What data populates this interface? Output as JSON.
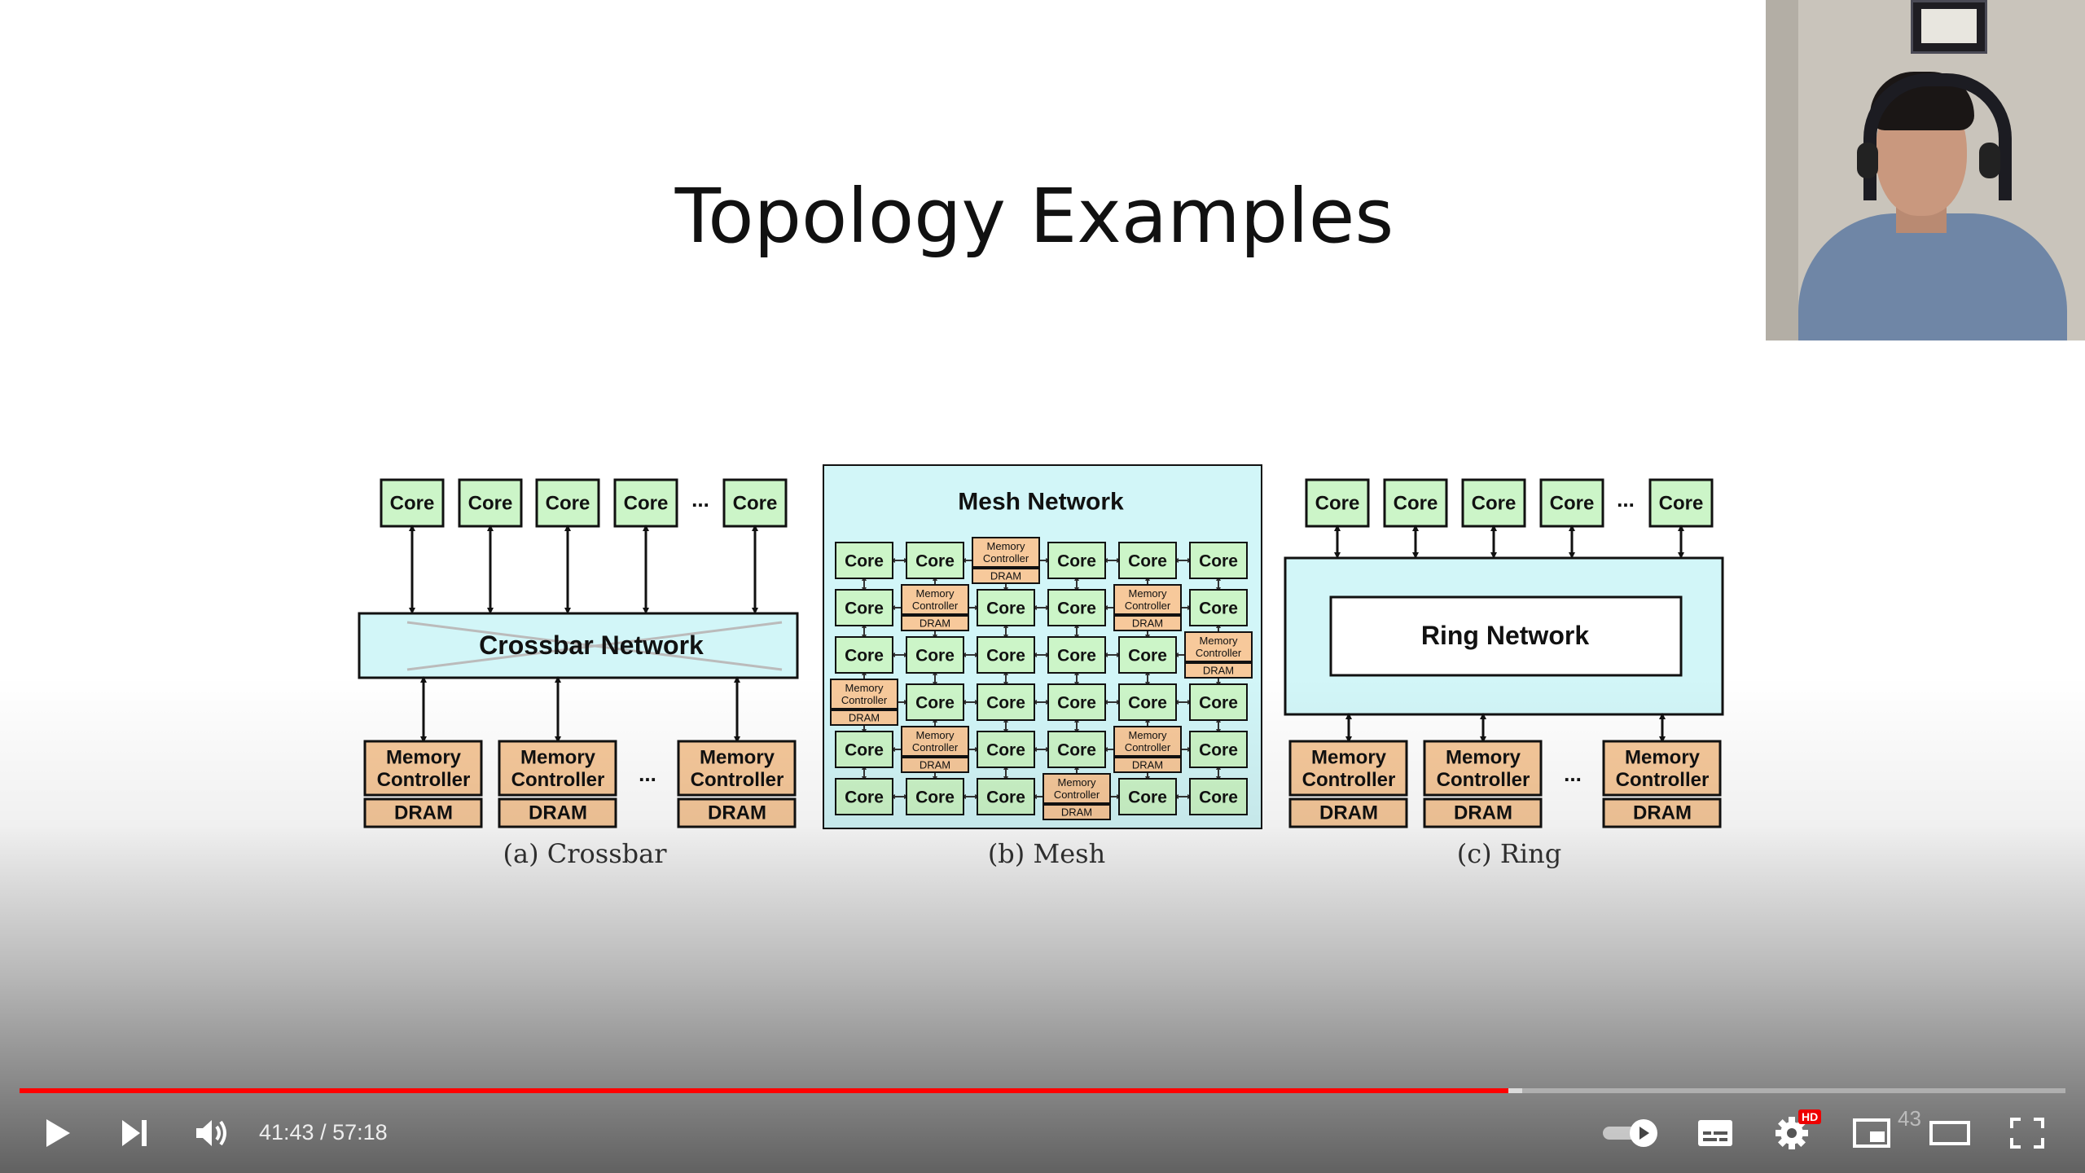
{
  "slide": {
    "title": "Topology Examples"
  },
  "diagram": {
    "crossbar": {
      "cores": [
        "Core",
        "Core",
        "Core",
        "Core",
        "Core"
      ],
      "ellipsis": "...",
      "network_label": "Crossbar Network",
      "memory_controller_label": "Memory\nController",
      "dram_label": "DRAM",
      "caption": "(a) Crossbar"
    },
    "mesh": {
      "network_label": "Mesh Network",
      "core_label": "Core",
      "memory_controller_label": "Memory\nController",
      "dram_label": "DRAM",
      "caption": "(b) Mesh",
      "grid": [
        [
          "C",
          "C",
          "M",
          "C",
          "C",
          "C"
        ],
        [
          "C",
          "M",
          "C",
          "C",
          "M",
          "C"
        ],
        [
          "C",
          "C",
          "C",
          "C",
          "C",
          "M"
        ],
        [
          "M",
          "C",
          "C",
          "C",
          "C",
          "C"
        ],
        [
          "C",
          "M",
          "C",
          "C",
          "M",
          "C"
        ],
        [
          "C",
          "C",
          "C",
          "M",
          "C",
          "C"
        ]
      ]
    },
    "ring": {
      "cores": [
        "Core",
        "Core",
        "Core",
        "Core",
        "Core"
      ],
      "ellipsis": "...",
      "network_label": "Ring Network",
      "memory_controller_label": "Memory\nController",
      "dram_label": "DRAM",
      "caption": "(c) Ring"
    },
    "colors": {
      "core_fill": "#ccf5c8",
      "mc_fill": "#f7c99b",
      "network_fill": "#d2f6f8",
      "mesh_bg": "#d2f6f8"
    }
  },
  "player": {
    "time_current": "41:43",
    "time_separator": " / ",
    "time_total": "57:18",
    "progress_fraction": 0.7277,
    "buffer_fraction": 0.7345,
    "hd_badge": "HD",
    "overlay_number": "43",
    "controls": {
      "play": "play-icon",
      "next": "next-icon",
      "volume": "volume-icon",
      "autoplay": "autoplay-toggle-icon",
      "subtitles": "subtitles-icon",
      "settings": "gear-icon",
      "miniplayer": "miniplayer-icon",
      "theater": "theater-mode-icon",
      "fullscreen": "fullscreen-icon"
    }
  }
}
